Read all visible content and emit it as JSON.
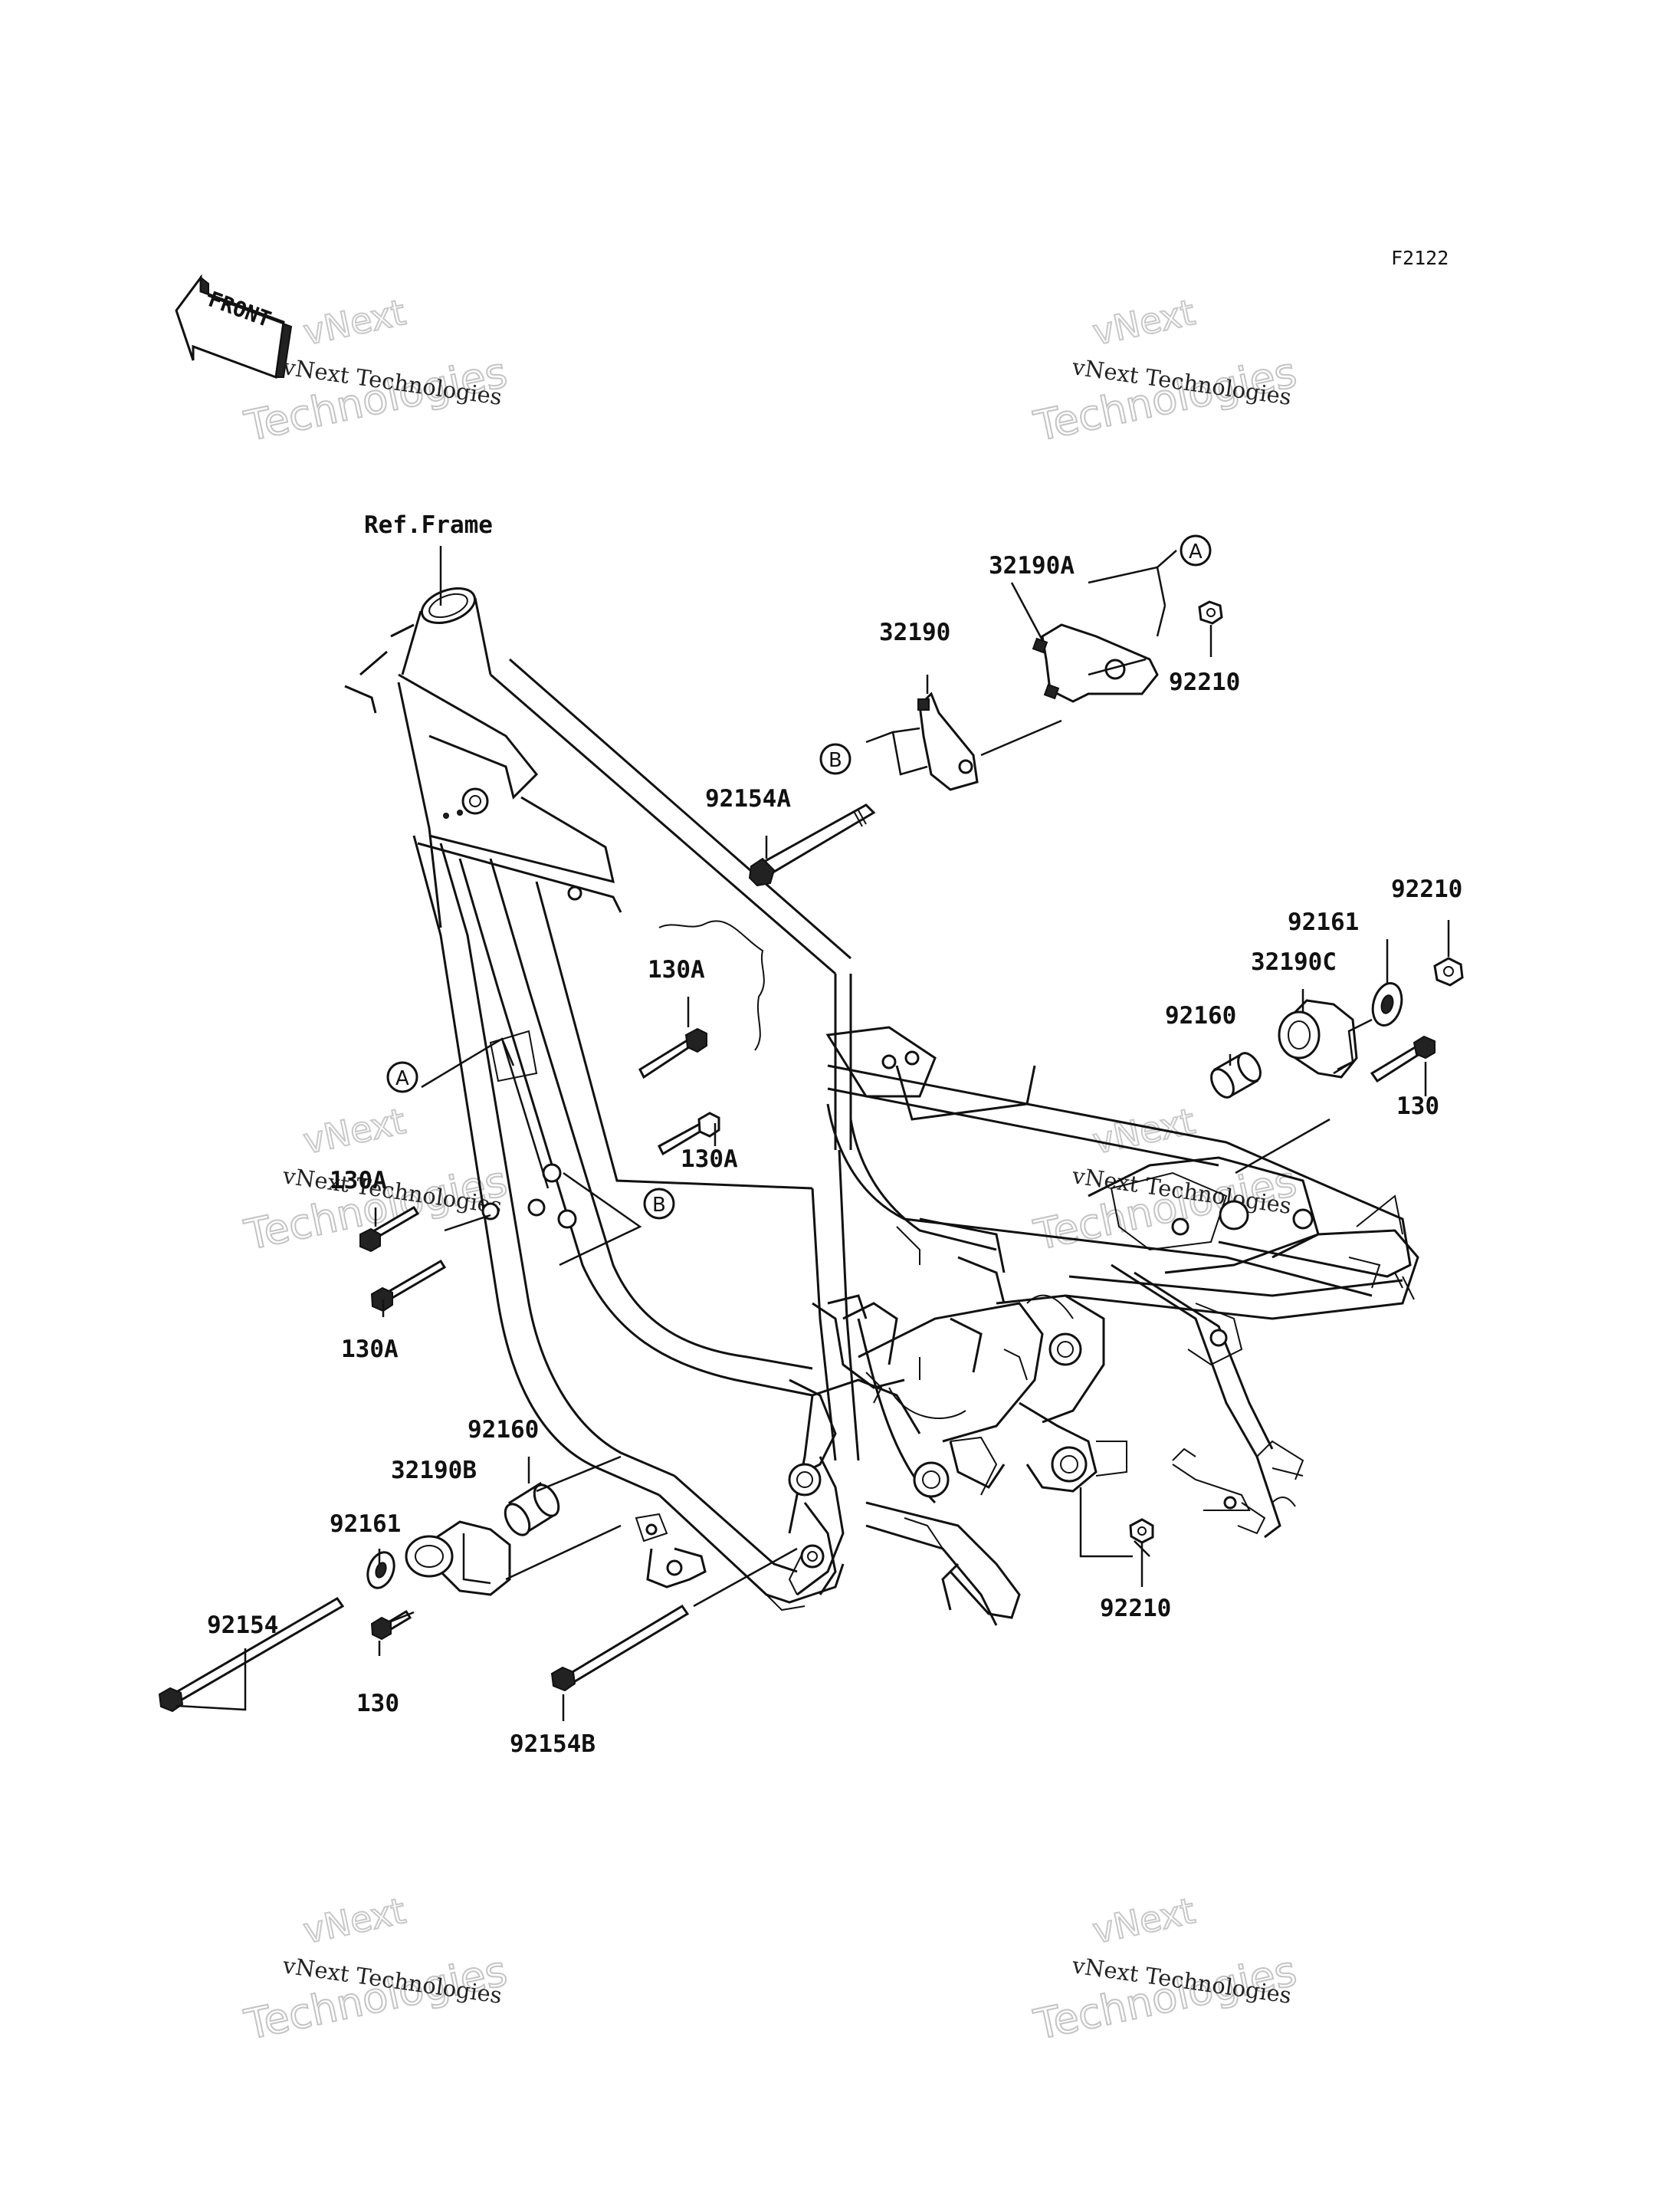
{
  "diagram_code": "F2122",
  "front_label": "FRONT",
  "ref_frame_label": "Ref.Frame",
  "watermark": {
    "line1": "vNext Technologies",
    "line2": "vNext",
    "line3": "Technologies"
  },
  "callouts": {
    "A": "A",
    "B": "B"
  },
  "parts": {
    "p32190A": "32190A",
    "p32190": "32190",
    "p92210_top": "92210",
    "p92154A": "92154A",
    "p92210_right": "92210",
    "p92161_right": "92161",
    "p32190C": "32190C",
    "p92160_right": "92160",
    "p130_right": "130",
    "p130A_upper": "130A",
    "p130A_mid": "130A",
    "p130A_left": "130A",
    "p130A_bottom": "130A",
    "p92160_left": "92160",
    "p32190B": "32190B",
    "p92161_left": "92161",
    "p92154": "92154",
    "p130_left": "130",
    "p92154B": "92154B",
    "p92210_bottom": "92210"
  }
}
